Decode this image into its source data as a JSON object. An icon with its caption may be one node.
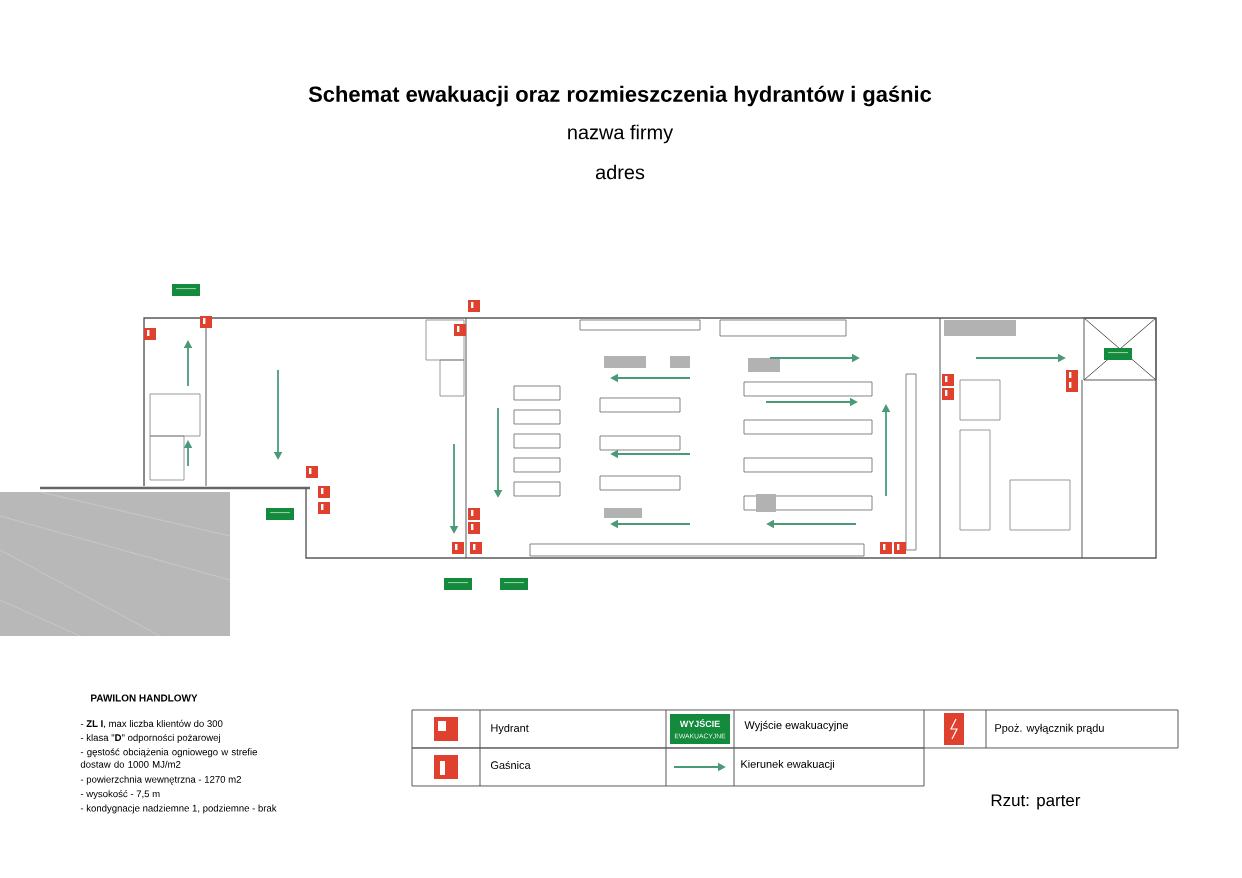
{
  "diagram": {
    "title": "Schemat ewakuacji oraz rozmieszczenia hydrantów i gaśnic",
    "labels": [
      "nazwa firmy",
      "adres",
      "PAWILON HANDLOWY",
      "- **ZL I**, max liczba klientów do 300",
      "- klasa \"**D**\" odporności pożarowej",
      "- gęstość obciążenia ogniowego w strefie dostaw do 1000 MJ/m2",
      "- powierzchnia wewnętrzna - 1270 m2",
      "- wysokość - 7,5 m",
      "- kondygnacje nadziemne 1, podziemne - brak",
      "WYJŚCIE",
      "EWAKUACYJNE",
      "Rzut: parter"
    ],
    "legend": [
      {
        "text": "Hydrant"
      },
      {
        "text": "Wyjście ewakuacyjne"
      },
      {
        "text": "Ppoż. wyłącznik prądu"
      },
      {
        "text": "Gaśnica"
      },
      {
        "text": "Kierunek ewakuacji"
      }
    ]
  }
}
